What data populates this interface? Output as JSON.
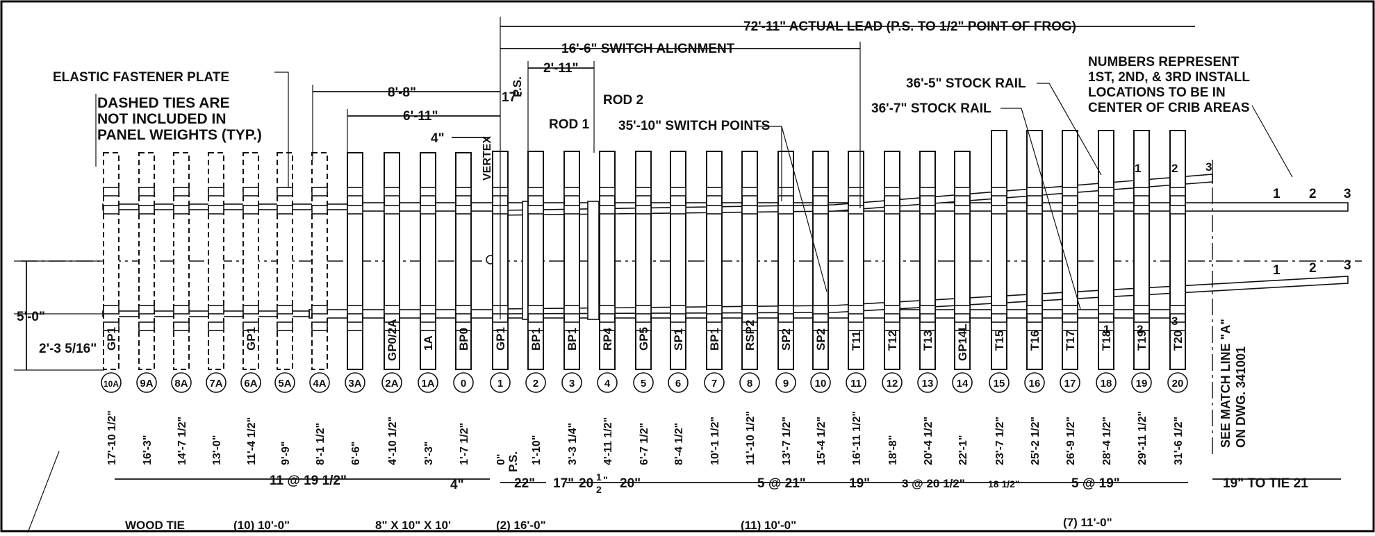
{
  "dimensions": {
    "actual_lead": "72'-11\" ACTUAL LEAD (P.S. TO 1/2\" POINT OF FROG)",
    "switch_alignment": "16'-6\" SWITCH ALIGNMENT",
    "d_2_11": "2'-11\"",
    "d_8_8": "8'-8\"",
    "d_6_11": "6'-11\"",
    "d_17": "17\"",
    "d_4_top": "4\"",
    "d_5_0": "5'-0\"",
    "d_2_3": "2'-3 5/16\"",
    "d_0": "0\"",
    "d_4_bottom": "4\"",
    "d_22": "22\"",
    "d_17b": "17\"",
    "d_20_whole": "20",
    "d_20_num": "1",
    "d_20_den": "2",
    "d_20_inch": "\"",
    "d_20": "20\"",
    "d_5_21": "5 @ 21\"",
    "d_19": "19\"",
    "d_3_20": "3 @ 20 1/2\"",
    "d_18": "18 1/2\"",
    "d_5_19": "5 @ 19\"",
    "d_19_tie21": "19\" TO TIE 21",
    "d_11_19": "11 @ 19 1/2\""
  },
  "labels": {
    "elastic_plate": "ELASTIC FASTENER PLATE",
    "dashed_ties": [
      "DASHED TIES ARE",
      "NOT INCLUDED IN",
      "PANEL WEIGHTS (TYP.)"
    ],
    "ps": "P.S.",
    "ps_bottom": "P.S.",
    "vertex": "VERTEX",
    "rod1": "ROD 1",
    "rod2": "ROD 2",
    "switch_points": "35'-10\" SWITCH POINTS",
    "stock_rail_365": "36'-5\" STOCK RAIL",
    "stock_rail_367": "36'-7\" STOCK RAIL",
    "numbers_note": [
      "NUMBERS REPRESENT",
      "1ST, 2ND, & 3RD INSTALL",
      "LOCATIONS TO BE IN",
      "CENTER OF CRIB AREAS"
    ],
    "match_line": [
      "SEE MATCH LINE \"A\"",
      "ON DWG. 341001"
    ],
    "install": [
      "1",
      "2",
      "3"
    ]
  },
  "ties": [
    {
      "id": "10A",
      "plate": "GP1",
      "offset": "17'-10 1/2\"",
      "dashed": true
    },
    {
      "id": "9A",
      "plate": "",
      "offset": "16'-3\"",
      "dashed": true
    },
    {
      "id": "8A",
      "plate": "",
      "offset": "14'-7 1/2\"",
      "dashed": true
    },
    {
      "id": "7A",
      "plate": "",
      "offset": "13'-0\"",
      "dashed": true
    },
    {
      "id": "6A",
      "plate": "GP1",
      "offset": "11'-4 1/2\"",
      "dashed": true
    },
    {
      "id": "5A",
      "plate": "",
      "offset": "9'-9\"",
      "dashed": true
    },
    {
      "id": "4A",
      "plate": "",
      "offset": "8'-1 1/2\"",
      "dashed": true
    },
    {
      "id": "3A",
      "plate": "",
      "offset": "6'-6\"",
      "dashed": false
    },
    {
      "id": "2A",
      "plate": "GP0/2A",
      "offset": "4'-10 1/2\"",
      "dashed": false
    },
    {
      "id": "1A",
      "plate": "1A",
      "offset": "3'-3\"",
      "dashed": false
    },
    {
      "id": "0",
      "plate": "BP0",
      "offset": "1'-7 1/2\"",
      "dashed": false
    },
    {
      "id": "1",
      "plate": "GP1",
      "offset": "0\"",
      "dashed": false
    },
    {
      "id": "2",
      "plate": "BP1",
      "offset": "1'-10\"",
      "dashed": false
    },
    {
      "id": "3",
      "plate": "BP1",
      "offset": "3'-3 1/4\"",
      "dashed": false
    },
    {
      "id": "4",
      "plate": "RP4",
      "offset": "4'-11 1/2\"",
      "dashed": false
    },
    {
      "id": "5",
      "plate": "GP5",
      "offset": "6'-7 1/2\"",
      "dashed": false
    },
    {
      "id": "6",
      "plate": "SP1",
      "offset": "8'-4 1/2\"",
      "dashed": false
    },
    {
      "id": "7",
      "plate": "BP1",
      "offset": "10'-1 1/2\"",
      "dashed": false
    },
    {
      "id": "8",
      "plate": "RSP2",
      "offset": "11'-10 1/2\"",
      "dashed": false
    },
    {
      "id": "9",
      "plate": "SP2",
      "offset": "13'-7 1/2\"",
      "dashed": false
    },
    {
      "id": "10",
      "plate": "SP2",
      "offset": "15'-4 1/2\"",
      "dashed": false
    },
    {
      "id": "11",
      "plate": "T11",
      "offset": "16'-11 1/2\"",
      "dashed": false
    },
    {
      "id": "12",
      "plate": "T12",
      "offset": "18'-8\"",
      "dashed": false
    },
    {
      "id": "13",
      "plate": "T13",
      "offset": "20'-4 1/2\"",
      "dashed": false
    },
    {
      "id": "14",
      "plate": "GP14L",
      "offset": "22'-1\"",
      "dashed": false
    },
    {
      "id": "15",
      "plate": "T15",
      "offset": "23'-7 1/2\"",
      "dashed": false
    },
    {
      "id": "16",
      "plate": "T16",
      "offset": "25'-2 1/2\"",
      "dashed": false
    },
    {
      "id": "17",
      "plate": "T17",
      "offset": "26'-9 1/2\"",
      "dashed": false
    },
    {
      "id": "18",
      "plate": "T18",
      "offset": "28'-4 1/2\"",
      "dashed": false
    },
    {
      "id": "19",
      "plate": "T19",
      "offset": "29'-11 1/2\"",
      "dashed": false
    },
    {
      "id": "20",
      "plate": "T20",
      "offset": "31'-6 1/2\"",
      "dashed": false
    }
  ],
  "groups": {
    "wood_tie": "WOOD TIE",
    "g10": "(10) 10'-0\"",
    "g_single": "8\" X 10\" X 10'",
    "g2": "(2) 16'-0\"",
    "g11": "(11) 10'-0\"",
    "g7": "(7) 11'-0\""
  },
  "colors": {
    "line": "#111111",
    "background": "#ffffff"
  }
}
